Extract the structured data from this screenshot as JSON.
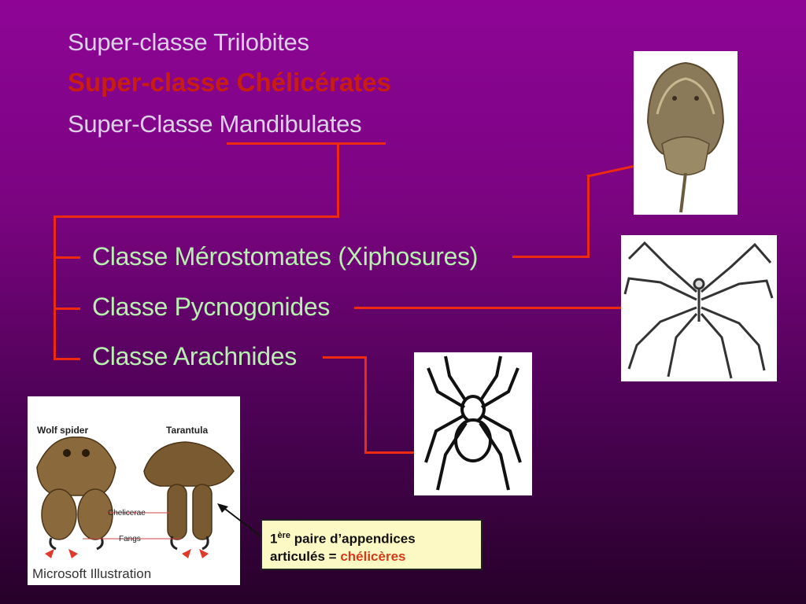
{
  "titles": {
    "line1": "Super-classe Trilobites",
    "line2": "Super-classe Chélicérates",
    "line3": "Super-Classe Mandibulates"
  },
  "classes": [
    {
      "label": "Classe Mérostomates (Xiphosures)"
    },
    {
      "label": "Classe Pycnogonides"
    },
    {
      "label": "Classe Arachnides"
    }
  ],
  "illustration": {
    "left_label": "Wolf spider",
    "right_label": "Tarantula",
    "chelicerae_label": "Chelicerae",
    "fangs_label": "Fangs",
    "credit": "Microsoft Illustration"
  },
  "callout": {
    "number": "1",
    "superscript": "ère",
    "text_part1": " paire d’appendices",
    "text_part2": "articulés = ",
    "highlight": "chélicères"
  },
  "images": [
    {
      "name": "horseshoe-crab-image"
    },
    {
      "name": "sea-spider-image"
    },
    {
      "name": "spider-image"
    },
    {
      "name": "chelicerae-illustration"
    }
  ]
}
